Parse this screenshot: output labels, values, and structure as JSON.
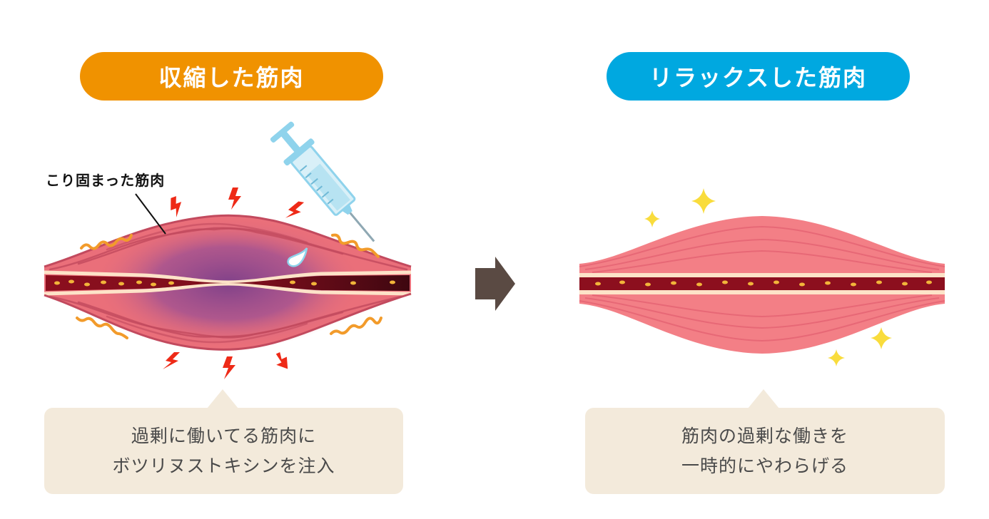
{
  "left_panel": {
    "title": "収縮した筋肉",
    "title_color": "#f09200",
    "muscle_label": "こり固まった筋肉",
    "caption_lines": [
      "過剰に働いてる筋肉に",
      "ボツリヌストキシンを注入"
    ]
  },
  "right_panel": {
    "title": "リラックスした筋肉",
    "title_color": "#00a8e0",
    "caption_lines": [
      "筋肉の過剰な働きを",
      "一時的にやわらげる"
    ]
  },
  "icons": {
    "arrow": "right-arrow-icon",
    "syringe": "syringe-icon",
    "lightning": "lightning-icon",
    "sparkle": "sparkle-icon",
    "squiggle": "squiggle-icon"
  },
  "colors": {
    "muscle_relaxed": "#f37f86",
    "muscle_stiff": "#ea6f7a",
    "muscle_purple": "#7b3f8a",
    "vessel": "#8c0f1e",
    "fat_dots": "#f2b53a",
    "band": "#fde3c8",
    "lightning": "#ee2a17",
    "squiggle": "#f29b2b",
    "sparkle": "#f9dc3c",
    "syringe": "#8fd3ec",
    "arrow": "#5a4a43",
    "caption_bg": "#f3eadb"
  }
}
